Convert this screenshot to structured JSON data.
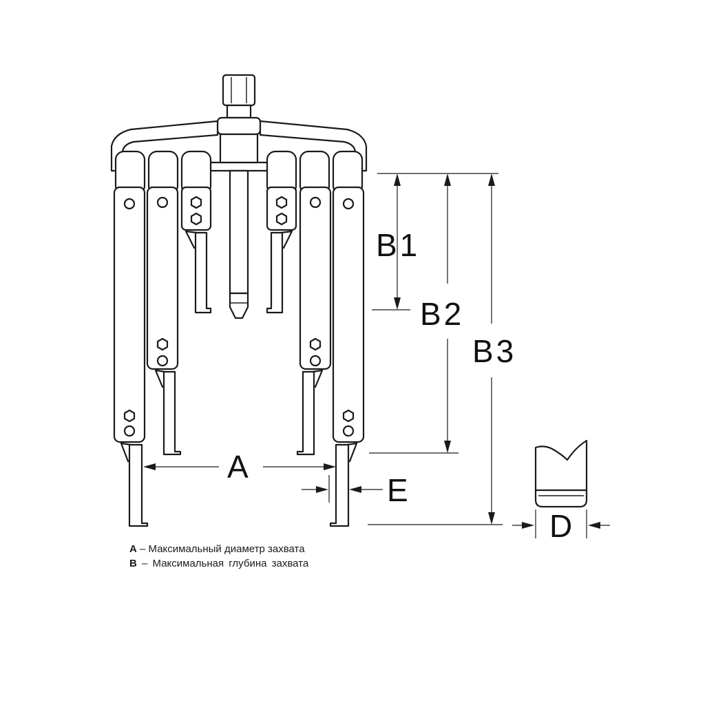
{
  "labels": {
    "a": "A",
    "b1": "B1",
    "b2": "B2",
    "b3": "B3",
    "d": "D",
    "e": "E"
  },
  "legend": [
    {
      "key": "A",
      "dash": "–",
      "text": "Максимальный диаметр захвата"
    },
    {
      "key": "B",
      "dash": "–",
      "text": "Максимальная глубина захвата"
    }
  ],
  "colors": {
    "line": "#1a1a1a",
    "background": "#ffffff"
  }
}
